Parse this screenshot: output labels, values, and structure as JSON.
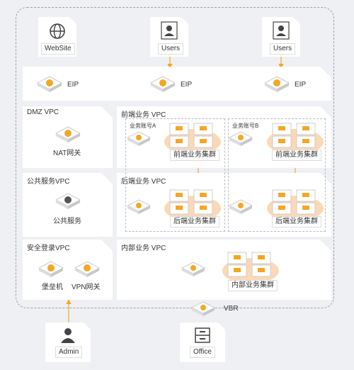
{
  "top_nodes": {
    "website": "WebSite",
    "users_1": "Users",
    "users_2": "Users"
  },
  "eip": [
    "EIP",
    "EIP",
    "EIP"
  ],
  "zones": {
    "dmz": {
      "title": "DMZ VPC",
      "node": "NAT网关"
    },
    "public": {
      "title": "公共服务VPC",
      "node": "公共服务"
    },
    "login": {
      "title": "安全登录VPC",
      "nodes": [
        "堡垒机",
        "VPN网关"
      ]
    },
    "frontend": {
      "title": "前端业务 VPC",
      "account_a": "业务账号A",
      "account_b": "业务账号B",
      "cluster_a": "前端业务集群",
      "cluster_b": "前端业务集群"
    },
    "backend": {
      "title": "后端业务 VPC",
      "cluster_a": "后端业务集群",
      "cluster_b": "后端业务集群"
    },
    "internal": {
      "title": "内部业务 VPC",
      "cluster": "内部业务集群"
    }
  },
  "vbr": "VBR",
  "bottom_nodes": {
    "admin": "Admin",
    "office": "Office"
  },
  "colors": {
    "accent": "#f5a623",
    "line": "#9a9a9a",
    "panel": "#ffffff",
    "background": "#eef0f3"
  }
}
